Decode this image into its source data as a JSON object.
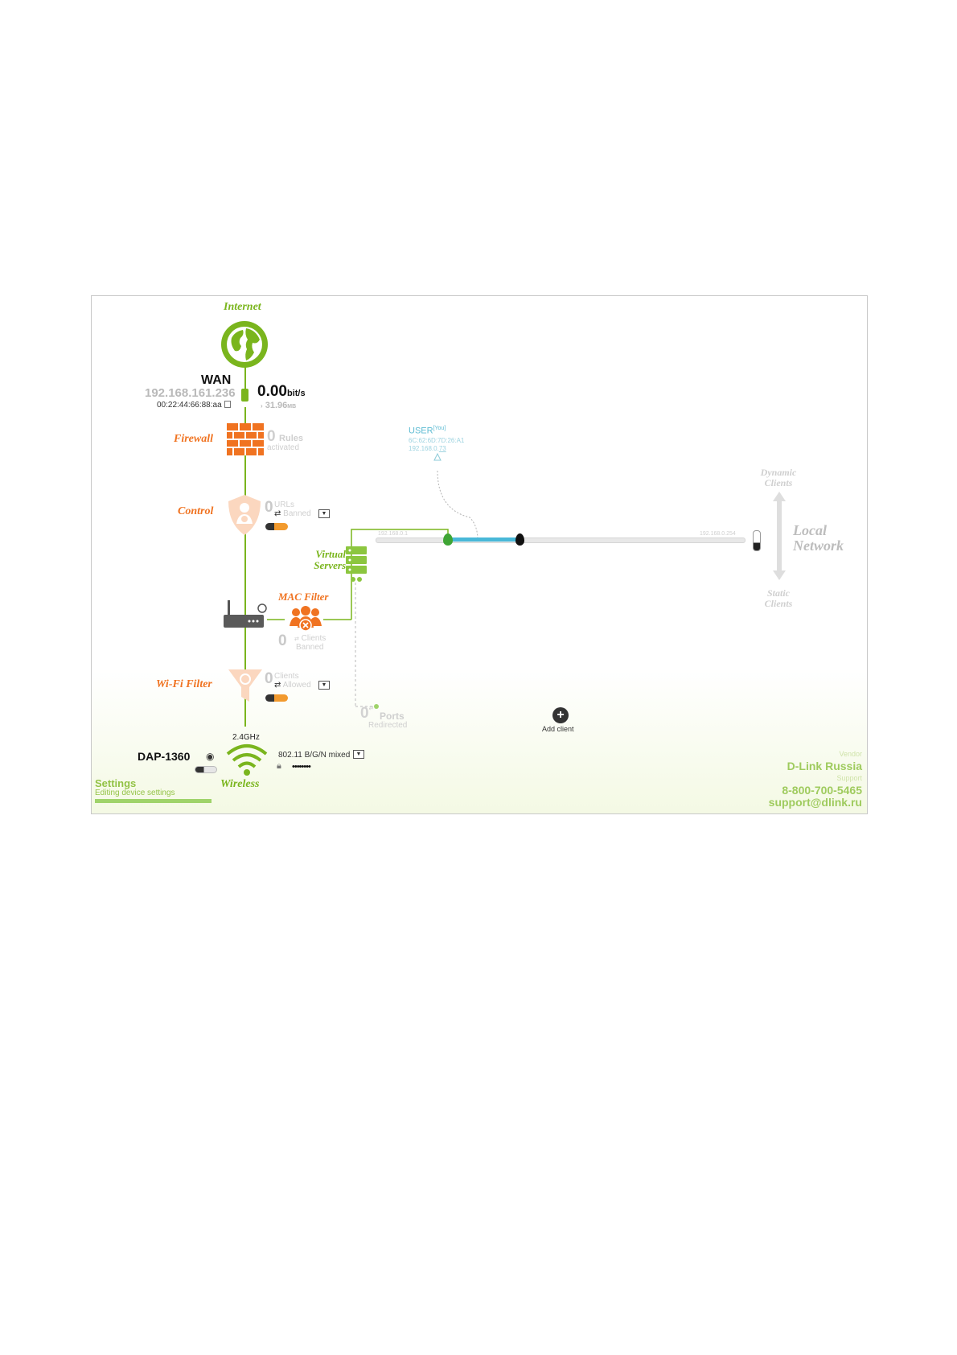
{
  "internet": {
    "label": "Internet"
  },
  "wan": {
    "label": "WAN",
    "ip": "192.168.161.236",
    "mac": "00:22:44:66:88:aa",
    "speed_value": "0.00",
    "speed_unit": "bit/s",
    "traffic_value": "31.96",
    "traffic_unit": "MB"
  },
  "firewall": {
    "label": "Firewall",
    "count": "0",
    "unit": "Rules",
    "status": "activated"
  },
  "control": {
    "label": "Control",
    "count": "0",
    "unit": "URLs",
    "status": "Banned"
  },
  "virtual_servers": {
    "label_line1": "Virtual",
    "label_line2": "Servers"
  },
  "mac_filter": {
    "label": "MAC Filter",
    "count": "0",
    "unit": "Clients",
    "status": "Banned"
  },
  "wifi_filter": {
    "label": "Wi-Fi Filter",
    "count": "0",
    "unit": "Clients",
    "status": "Allowed"
  },
  "ports": {
    "count": "0",
    "unit": "Ports",
    "status": "Redirected"
  },
  "wireless": {
    "band": "2.4GHz",
    "ssid": "DAP-1360",
    "mode": "802.11 B/G/N mixed",
    "password_mask": "••••••••",
    "label": "Wireless"
  },
  "user": {
    "name": "USER",
    "tag": "[You]",
    "mac": "6C:62:6D:7D:26:A1",
    "ip_prefix": "192.168.0.",
    "ip_suffix": "73"
  },
  "lan": {
    "range_start": "192.168.0.1",
    "range_end": "192.168.0.254",
    "label_line1": "Local",
    "label_line2": "Network",
    "dynamic_line1": "Dynamic",
    "dynamic_line2": "Clients",
    "static_line1": "Static",
    "static_line2": "Clients"
  },
  "add_client": {
    "label": "Add client"
  },
  "settings": {
    "title": "Settings",
    "subtitle": "Editing device settings"
  },
  "vendor": {
    "vendor_label": "Vendor",
    "vendor_name": "D-Link Russia",
    "support_label": "Support",
    "phone": "8-800-700-5465",
    "email": "support@dlink.ru"
  },
  "colors": {
    "green": "#7ab51d",
    "orange": "#f07321",
    "cyan": "#5fbcd3",
    "grey": "#b9b9b9"
  }
}
